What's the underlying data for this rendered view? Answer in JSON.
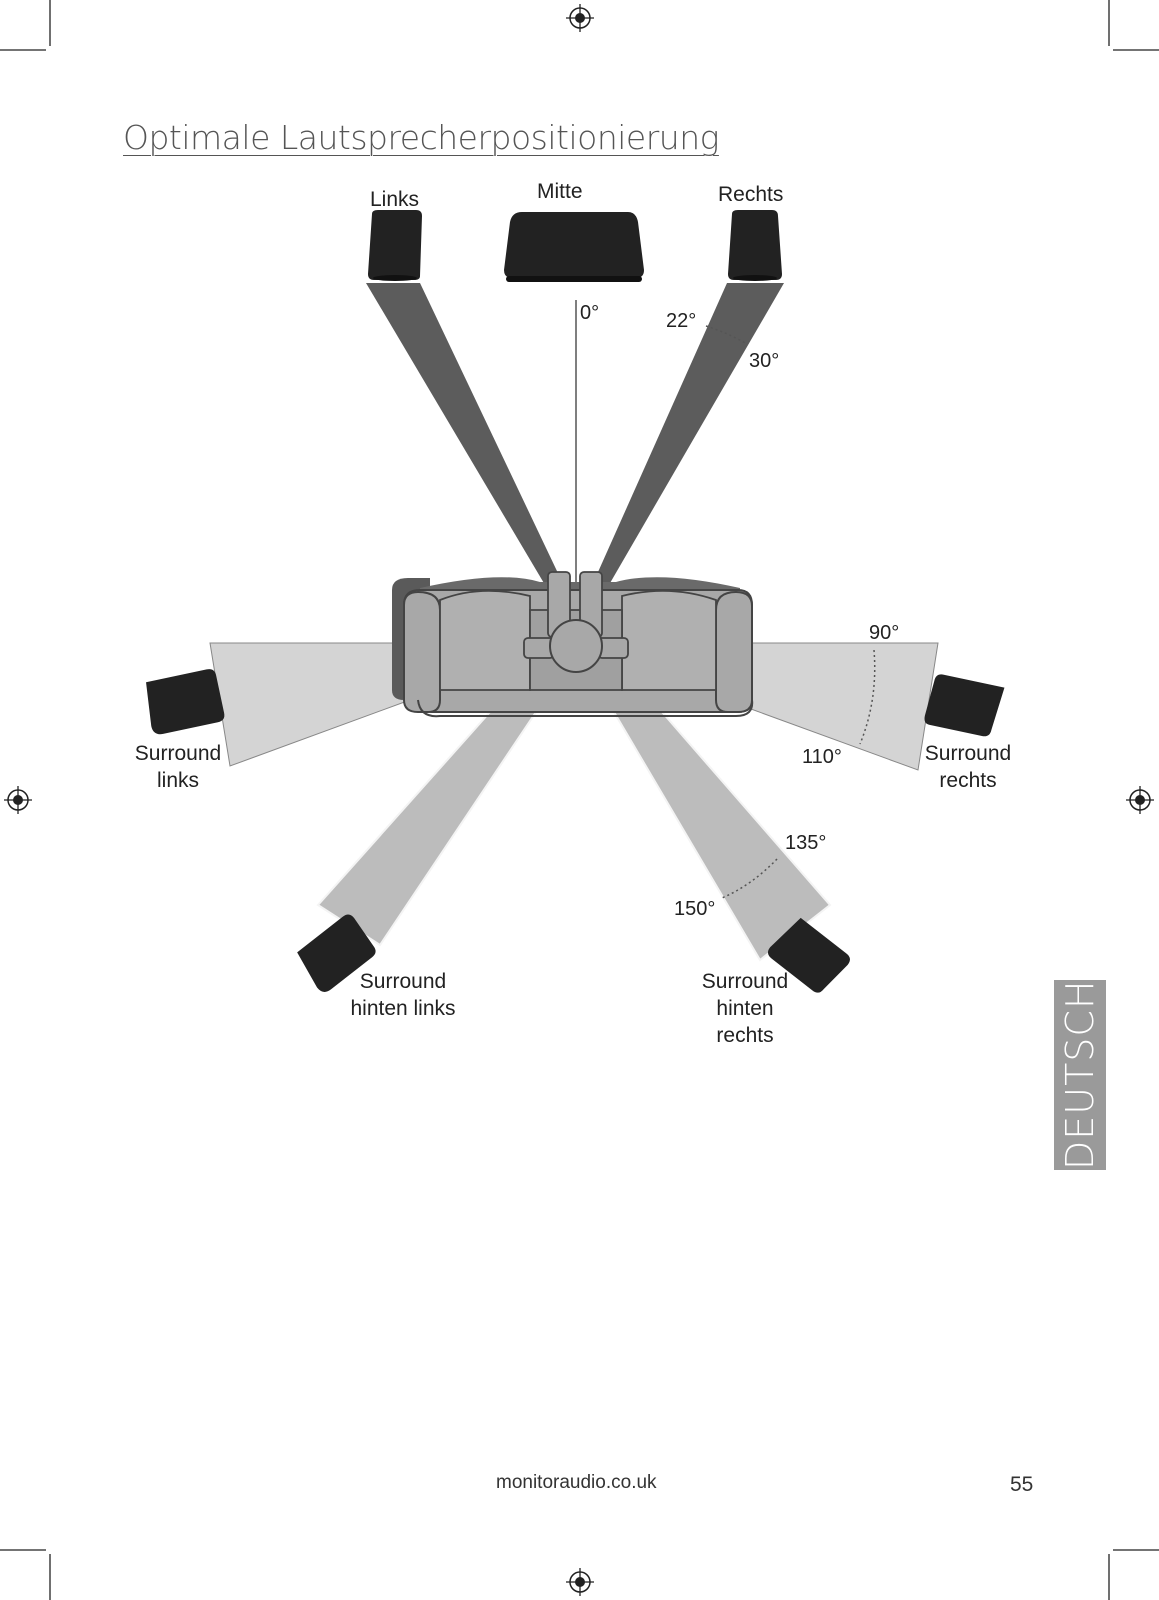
{
  "page": {
    "title": "Optimale Lautsprecherpositionierung",
    "footer_url": "monitoraudio.co.uk",
    "page_number": "55",
    "language_tab": "DEUTSCH"
  },
  "speakers": {
    "links": "Links",
    "mitte": "Mitte",
    "rechts": "Rechts",
    "surround_links_1": "Surround",
    "surround_links_2": "links",
    "surround_rechts_1": "Surround",
    "surround_rechts_2": "rechts",
    "hinten_links_1": "Surround",
    "hinten_links_2": "hinten links",
    "hinten_rechts_1": "Surround",
    "hinten_rechts_2": "hinten",
    "hinten_rechts_3": "rechts"
  },
  "angles": {
    "a0": "0°",
    "a22": "22°",
    "a30": "30°",
    "a90": "90°",
    "a110": "110°",
    "a135": "135°",
    "a150": "150°"
  },
  "colors": {
    "speaker": "#222222",
    "front_beam": "#5a5a5a",
    "side_beam": "#d2d2d2",
    "rear_beam": "#b9b9b9",
    "sofa": "#a8a8a8",
    "tab": "#9a9a9a"
  }
}
